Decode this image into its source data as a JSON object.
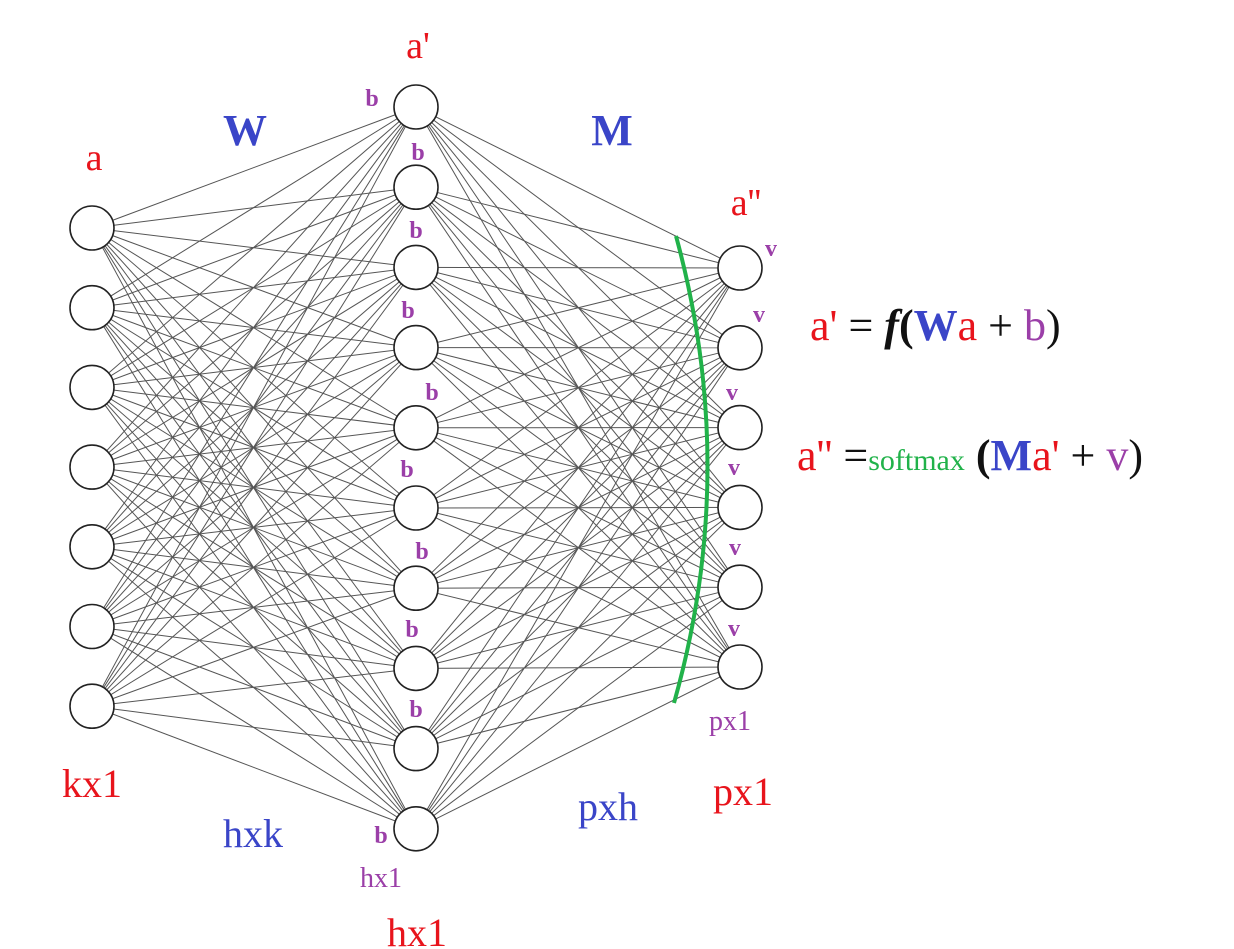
{
  "colors": {
    "red": "#e8141c",
    "blue": "#3a45c8",
    "purple": "#9b3fa8",
    "green": "#21b24a",
    "edge": "#555555",
    "node_stroke": "#222222"
  },
  "layers": {
    "input": {
      "label": "a",
      "count": 7,
      "dim_label": "kx1"
    },
    "hidden": {
      "label": "a'",
      "count": 10,
      "bias_label": "b",
      "dim_label": "hx1",
      "bias_dim_label": "hx1"
    },
    "output": {
      "label": "a''",
      "count": 6,
      "bias_label": "v",
      "dim_label": "px1",
      "bias_dim_label": "px1"
    }
  },
  "weights": {
    "W": {
      "label": "W",
      "dim_label": "hxk"
    },
    "M": {
      "label": "M",
      "dim_label": "pxh"
    }
  },
  "equations": {
    "eq1": {
      "lhs": "a'",
      "eq": "=",
      "f": "f",
      "open": "(",
      "W": "W",
      "a": "a",
      "plus": "+",
      "b": "b",
      "close": ")"
    },
    "eq2": {
      "lhs": "a''",
      "eq": "=",
      "softmax": "softmax",
      "open": "(",
      "M": "M",
      "a": "a'",
      "plus": "+",
      "v": "v",
      "close": ")"
    }
  }
}
